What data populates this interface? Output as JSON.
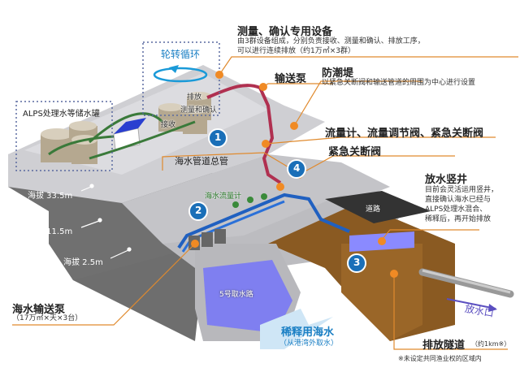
{
  "colors": {
    "leader_line": "#e08a2e",
    "callout_dot": "#f08a24",
    "step_badge": "#1a6fb8",
    "pipe_treated": "#b03050",
    "pipe_seawater": "#2060c0",
    "pipe_storage": "#3a7a3a",
    "ground_brown": "#8a5a22",
    "water": "#7f7ff0"
  },
  "callouts": {
    "measure_equipment": {
      "title": "测量、确认专用设备",
      "desc_line1": "由3群设备组成，分别负责接收、测量和确认、排放工序，",
      "desc_line2": "可以进行连续排放（约1万㎥×3群）"
    },
    "rotation_cycle": "轮转循环",
    "transfer_pump": "输送泵",
    "seawall": {
      "title": "防潮堤",
      "desc": "以紧急关断阀和输送管道的周围为中心进行设置"
    },
    "flow_valves": "流量计、流量调节阀、紧急关断阀",
    "emergency_valve": "紧急关断阀",
    "alps_tanks": "ALPS处理水等储水罐",
    "seawater_header": "海水管道总管",
    "seawater_flowmeter": "海水流量计",
    "discharge_shaft": {
      "title": "放水竖井",
      "desc_line1": "目前会灵活运用竖井，",
      "desc_line2": "直接确认海水已经与",
      "desc_line3": "ALPS处理水混合、",
      "desc_line4": "稀释后，再开始排放"
    },
    "road": "道路",
    "seawater_pump": {
      "title": "海水输送泵",
      "desc": "（17万㎥×天×3台）"
    },
    "intake_channel": "5号取水路",
    "dilution_seawater": {
      "title": "稀释用海水",
      "desc": "（从港湾外取水）"
    },
    "outlet": "放水口",
    "discharge_tunnel": {
      "title": "排放隧道",
      "desc": "（约1km※）",
      "note": "※未设定共同渔业权的区域内"
    }
  },
  "tank_labels": {
    "receive": "接收",
    "measure": "测量和确认",
    "discharge": "排放"
  },
  "elevations": [
    "海拔 33.5m",
    "海拔 11.5m",
    "海拔 2.5m"
  ],
  "steps": [
    "1",
    "2",
    "3",
    "4"
  ]
}
